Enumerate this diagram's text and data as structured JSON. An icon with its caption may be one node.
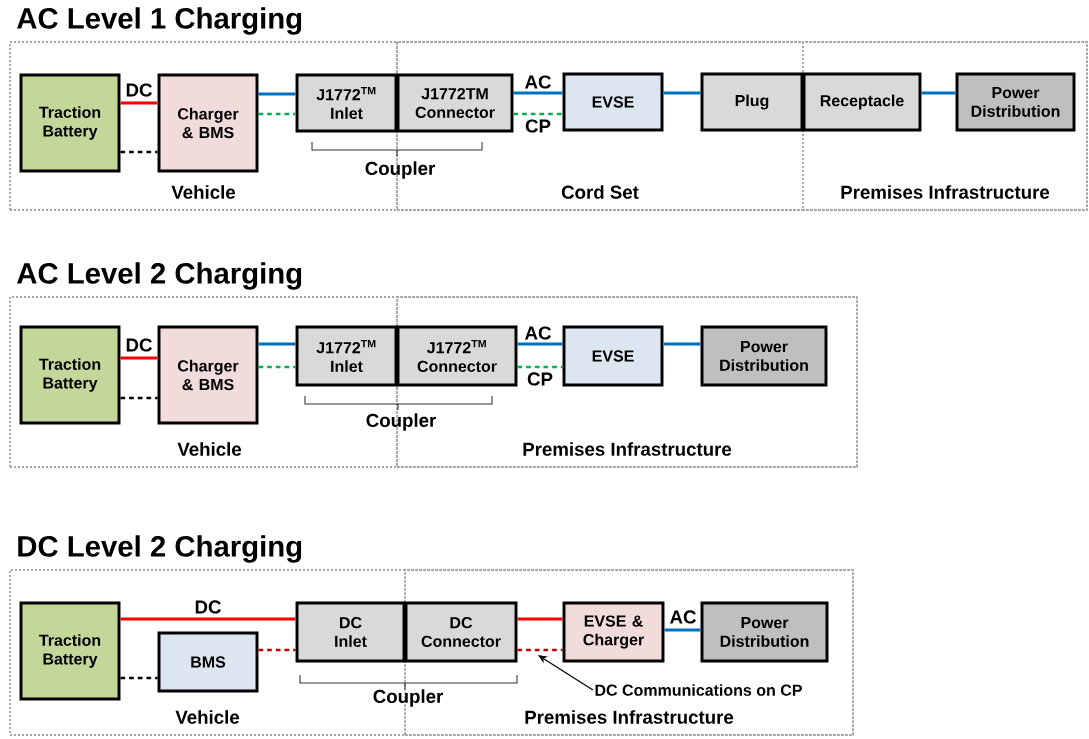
{
  "diagram": {
    "nodes": [
      {
        "text": [
          "AC Level 1 Charging"
        ]
      },
      {
        "text": [
          "Vehicle"
        ],
        "in": 0
      },
      {
        "text": [
          "Cord Set"
        ],
        "in": 0
      },
      {
        "text": [
          "Premises Infrastructure"
        ],
        "in": 0
      },
      {
        "text": [
          "Traction Battery"
        ],
        "in": 1
      },
      {
        "text": [
          "Charger & BMS"
        ],
        "in": 1
      },
      {
        "text": [
          "J1772$^{TM}$ Inlet"
        ],
        "in": 1
      },
      {
        "text": [
          "J1772TM Connector"
        ],
        "in": 2
      },
      {
        "text": [
          "EVSE"
        ],
        "in": 2
      },
      {
        "text": [
          "Plug"
        ],
        "in": 2
      },
      {
        "text": [
          "Receptacle"
        ],
        "in": 3
      },
      {
        "text": [
          "Power Distribution"
        ],
        "in": 3
      },
      {
        "text": [
          "AC Level 2 Charging"
        ]
      },
      {
        "text": [
          "Vehicle"
        ],
        "in": 12
      },
      {
        "text": [
          "Premises Infrastructure"
        ],
        "in": 12
      },
      {
        "text": [
          "Traction Battery"
        ],
        "in": 13
      },
      {
        "text": [
          "Charger & BMS"
        ],
        "in": 13
      },
      {
        "text": [
          "J1772$^{TM}$ Inlet"
        ],
        "in": 13
      },
      {
        "text": [
          "J1772$^{TM}$ Connector"
        ],
        "in": 14
      },
      {
        "text": [
          "EVSE"
        ],
        "in": 14
      },
      {
        "text": [
          "Power Distribution"
        ],
        "in": 14
      },
      {
        "text": [
          "DC Level 2 Charging"
        ]
      },
      {
        "text": [
          "Vehicle"
        ],
        "in": 21
      },
      {
        "text": [
          "Premises Infrastructure"
        ],
        "in": 21
      },
      {
        "text": [
          "Traction Battery"
        ],
        "in": 22
      },
      {
        "text": [
          "BMS"
        ],
        "in": 22
      },
      {
        "text": [
          "DC Inlet"
        ],
        "in": 22
      },
      {
        "text": [
          "DC Connector"
        ],
        "in": 23
      },
      {
        "text": [
          "EVSE & Charger"
        ],
        "in": 23
      },
      {
        "text": [
          "Power Distribution"
        ],
        "in": 23
      },
      {
        "text": [
          "DC Communications on CP"
        ],
        "in": 23
      }
    ],
    "edges": [
      {
        "from": 4,
        "to": 5,
        "arrow": "none",
        "label": "DC",
        "color": "#ff0000"
      },
      {
        "from": 4,
        "to": 5,
        "arrow": "none",
        "style": "dashed",
        "color": "#000000"
      },
      {
        "from": 5,
        "to": 6,
        "arrow": "none",
        "color": "#0070c0"
      },
      {
        "from": 5,
        "to": 6,
        "arrow": "none",
        "style": "dashed",
        "color": "#00b050"
      },
      {
        "from": 7,
        "to": 8,
        "arrow": "none",
        "label": "AC",
        "color": "#0070c0"
      },
      {
        "from": 7,
        "to": 8,
        "arrow": "none",
        "label": "CP",
        "style": "dashed",
        "color": "#00b050"
      },
      {
        "from": 8,
        "to": 9,
        "arrow": "none",
        "color": "#0070c0"
      },
      {
        "from": 10,
        "to": 11,
        "arrow": "none",
        "color": "#0070c0"
      },
      {
        "from": 15,
        "to": 16,
        "arrow": "none",
        "label": "DC",
        "color": "#ff0000"
      },
      {
        "from": 15,
        "to": 16,
        "arrow": "none",
        "style": "dashed",
        "color": "#000000"
      },
      {
        "from": 16,
        "to": 17,
        "arrow": "none",
        "color": "#0070c0"
      },
      {
        "from": 16,
        "to": 17,
        "arrow": "none",
        "style": "dashed",
        "color": "#00b050"
      },
      {
        "from": 18,
        "to": 19,
        "arrow": "none",
        "label": "AC",
        "color": "#0070c0"
      },
      {
        "from": 18,
        "to": 19,
        "arrow": "none",
        "label": "CP",
        "style": "dashed",
        "color": "#00b050"
      },
      {
        "from": 19,
        "to": 20,
        "arrow": "none",
        "color": "#0070c0"
      },
      {
        "from": 24,
        "to": 26,
        "arrow": "none",
        "label": "DC",
        "color": "#ff0000"
      },
      {
        "from": 24,
        "to": 25,
        "arrow": "none",
        "style": "dashed",
        "color": "#000000"
      },
      {
        "from": 25,
        "to": 26,
        "arrow": "none",
        "style": "dashed",
        "color": "#c00000"
      },
      {
        "from": 27,
        "to": 28,
        "arrow": "none",
        "color": "#ff0000"
      },
      {
        "from": 27,
        "to": 28,
        "arrow": "none",
        "style": "dashed",
        "color": "#c00000"
      },
      {
        "from": 28,
        "to": 29,
        "arrow": "none",
        "label": "AC",
        "color": "#0070c0"
      },
      {
        "from": 30,
        "to": null,
        "arrow": "to",
        "color": "#000000"
      }
    ],
    "labels": [
      "Coupler",
      "Coupler",
      "Coupler"
    ]
  }
}
